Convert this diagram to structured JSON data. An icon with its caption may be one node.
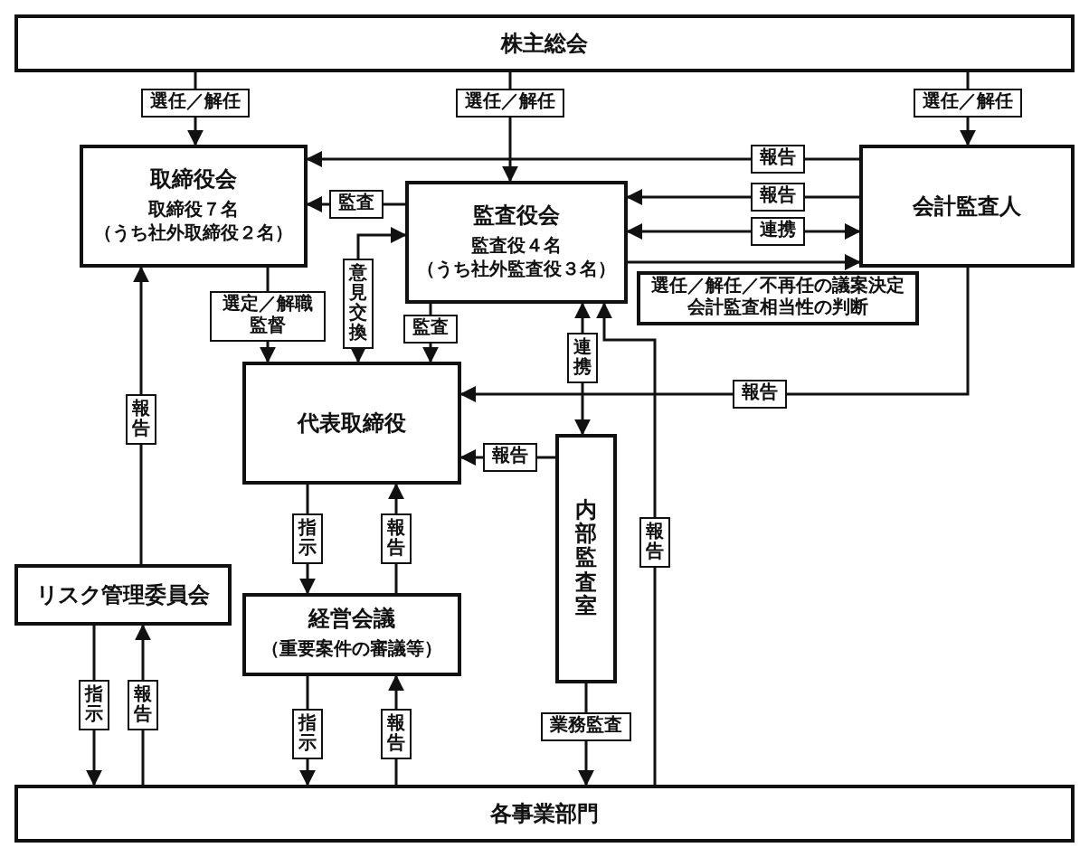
{
  "diagram": {
    "nodes": [
      {
        "text": [
          "株主総会"
        ]
      },
      {
        "text": [
          "取締役会",
          "取締役７名",
          "（うち社外取締役２名）"
        ]
      },
      {
        "text": [
          "監査役会",
          "監査役４名",
          "（うち社外監査役３名）"
        ]
      },
      {
        "text": [
          "会計監査人"
        ]
      },
      {
        "text": [
          "代表取締役"
        ]
      },
      {
        "text": [
          "内部監査室"
        ]
      },
      {
        "text": [
          "リスク管理委員会"
        ]
      },
      {
        "text": [
          "経営会議",
          "（重要案件の審議等）"
        ]
      },
      {
        "text": [
          "各事業部門"
        ]
      },
      {
        "text": [
          "選任／解任／不再任の議案決定会計監査相当性の判断"
        ]
      }
    ],
    "edges": [
      {
        "from": 0,
        "to": 1,
        "arrow": "to",
        "label": "選任／解任"
      },
      {
        "from": 0,
        "to": 2,
        "arrow": "to",
        "label": "選任／解任"
      },
      {
        "from": 0,
        "to": 3,
        "arrow": "to",
        "label": "選任／解任"
      },
      {
        "from": 3,
        "to": 1,
        "arrow": "to",
        "label": "報告"
      },
      {
        "from": 3,
        "to": 2,
        "arrow": "to",
        "label": "報告"
      },
      {
        "from": 2,
        "to": 3,
        "arrow": "both",
        "label": "連携"
      },
      {
        "from": 2,
        "to": 3,
        "arrow": "to"
      },
      {
        "from": 2,
        "to": 1,
        "arrow": "to",
        "label": "監査"
      },
      {
        "from": 1,
        "to": 4,
        "arrow": "to",
        "label": "選定／解職監督"
      },
      {
        "from": 2,
        "to": 4,
        "arrow": "both",
        "label": "意見交換"
      },
      {
        "from": 2,
        "to": 4,
        "arrow": "to",
        "label": "監査"
      },
      {
        "from": 3,
        "to": 4,
        "arrow": "to",
        "label": "報告"
      },
      {
        "from": 5,
        "to": 4,
        "arrow": "to",
        "label": "報告"
      },
      {
        "from": 2,
        "to": 5,
        "arrow": "both",
        "label": "連携"
      },
      {
        "from": 4,
        "to": 7,
        "arrow": "to",
        "label": "指示"
      },
      {
        "from": 7,
        "to": 4,
        "arrow": "to",
        "label": "報告"
      },
      {
        "from": 6,
        "to": 1,
        "arrow": "to",
        "label": "報告"
      },
      {
        "from": 6,
        "to": 8,
        "arrow": "to",
        "label": "指示"
      },
      {
        "from": 8,
        "to": 6,
        "arrow": "to",
        "label": "報告"
      },
      {
        "from": 7,
        "to": 8,
        "arrow": "to",
        "label": "指示"
      },
      {
        "from": 8,
        "to": 7,
        "arrow": "to",
        "label": "報告"
      },
      {
        "from": 5,
        "to": 8,
        "arrow": "to",
        "label": "業務監査"
      },
      {
        "from": 8,
        "to": 2,
        "arrow": "to",
        "label": "報告"
      }
    ]
  }
}
